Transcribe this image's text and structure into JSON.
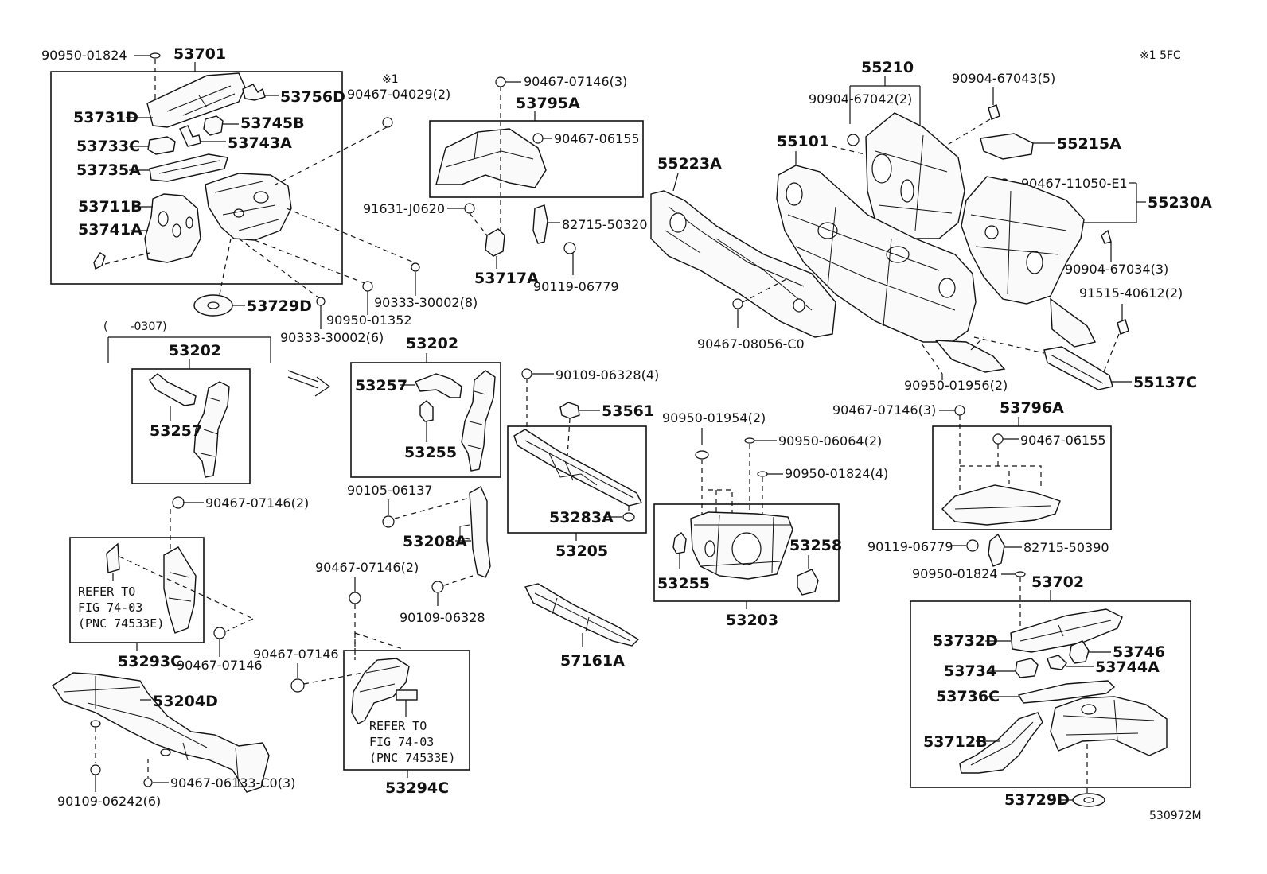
{
  "corner_note": "※1 5FC",
  "figure_id": "530972M",
  "date_note": "(　　-0307)",
  "note_mark": "※1",
  "refer_left": [
    "REFER TO",
    "FIG 74-03",
    "(PNC 74533E)"
  ],
  "refer_mid": [
    "REFER TO",
    "FIG 74-03",
    "(PNC 74533E)"
  ],
  "labels": {
    "p90950_01824_top": "90950-01824",
    "p53701": "53701",
    "p53756D": "53756D",
    "p53731D": "53731D",
    "p53745B": "53745B",
    "p53733C": "53733C",
    "p53743A": "53743A",
    "p53735A": "53735A",
    "p53711B": "53711B",
    "p53741A": "53741A",
    "p53729D_top": "53729D",
    "p90467_04029": "90467-04029(2)",
    "p90333_30002_8": "90333-30002(8)",
    "p90950_01352": "90950-01352",
    "p90333_30002_6": "90333-30002(6)",
    "p90467_07146_3_top": "90467-07146(3)",
    "p53795A": "53795A",
    "p90467_06155_top": "90467-06155",
    "p91631_J0620": "91631-J0620",
    "p82715_50320": "82715-50320",
    "p53717A": "53717A",
    "p90119_06779_top": "90119-06779",
    "p55223A": "55223A",
    "p90467_08056": "90467-08056-C0",
    "p55210": "55210",
    "p90904_67042": "90904-67042(2)",
    "p90904_67043": "90904-67043(5)",
    "p55101": "55101",
    "p55215A": "55215A",
    "p90467_11050": "90467-11050-E1",
    "p55230A": "55230A",
    "p90904_67034": "90904-67034(3)",
    "p91515_40612": "91515-40612(2)",
    "p90950_01956": "90950-01956(2)",
    "p55137C": "55137C",
    "p53202_left": "53202",
    "p53257_left": "53257",
    "p53202_mid": "53202",
    "p53257_mid": "53257",
    "p53255_mid": "53255",
    "p90109_06328_4": "90109-06328(4)",
    "p53561": "53561",
    "p53283A": "53283A",
    "p53205": "53205",
    "p90105_06137": "90105-06137",
    "p53208A": "53208A",
    "p90109_06328": "90109-06328",
    "p90950_01954": "90950-01954(2)",
    "p90950_06064": "90950-06064(2)",
    "p90950_01824_4": "90950-01824(4)",
    "p53258": "53258",
    "p53255_203": "53255",
    "p53203": "53203",
    "p90467_07146_3_right": "90467-07146(3)",
    "p53796A": "53796A",
    "p90467_06155_right": "90467-06155",
    "p90119_06779_right": "90119-06779",
    "p82715_50390": "82715-50390",
    "p90950_01824_right": "90950-01824",
    "p53702": "53702",
    "p53732D": "53732D",
    "p53746": "53746",
    "p53734": "53734",
    "p53744A": "53744A",
    "p53736C": "53736C",
    "p53712B": "53712B",
    "p53729D_right": "53729D",
    "p90467_07146_2_left": "90467-07146(2)",
    "p53293C": "53293C",
    "p90467_07146_left": "90467-07146",
    "p53204D": "53204D",
    "p90109_06242": "90109-06242(6)",
    "p90467_06133": "90467-06133-C0(3)",
    "p90467_07146_2_mid": "90467-07146(2)",
    "p90467_07146_mid": "90467-07146",
    "p53294C": "53294C",
    "p57161A": "57161A"
  }
}
